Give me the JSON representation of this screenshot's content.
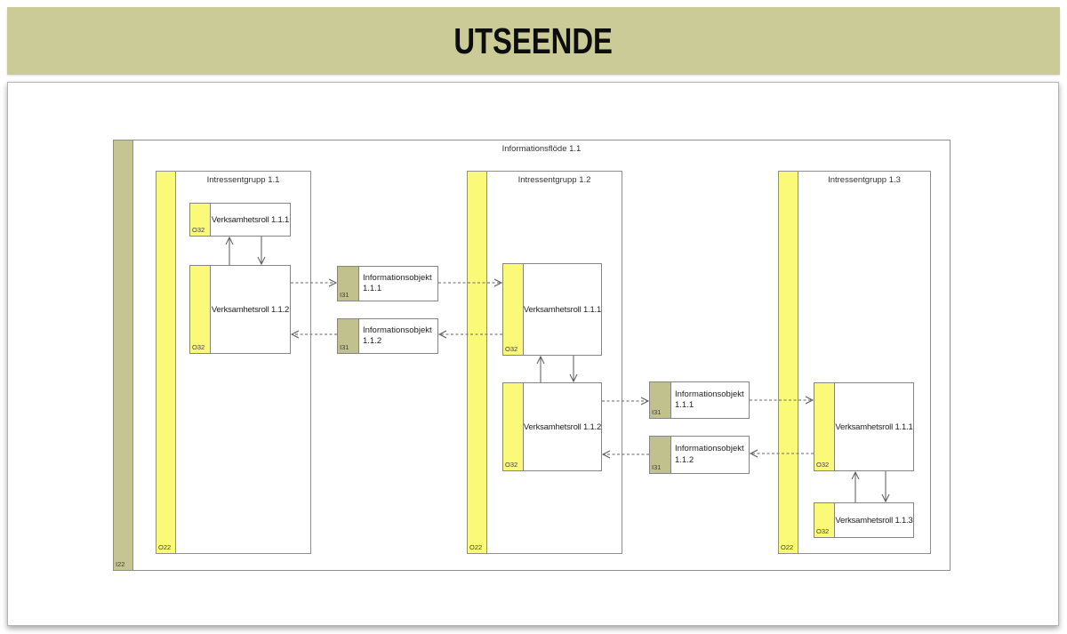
{
  "header": {
    "title": "UTSEENDE"
  },
  "colors": {
    "header_bg": "#cbcb98",
    "strip_yellow": "#fafa78",
    "strip_olive": "#c5c593",
    "tab_olive": "#c1c18d",
    "border_gray": "#8f8f8f",
    "arrow_gray": "#5a5a5a"
  },
  "diagram": {
    "flow": {
      "label": "Informationsflöde 1.1",
      "tag": "I22"
    },
    "group_tag": "O22",
    "role_tag": "O32",
    "info_tag": "I31",
    "groups": [
      {
        "label": "Intressentgrupp 1.1"
      },
      {
        "label": "Intressentgrupp 1.2"
      },
      {
        "label": "Intressentgrupp 1.3"
      }
    ],
    "roles": {
      "g1r1": "Verksamhetsroll 1.1.1",
      "g1r2": "Verksamhetsroll 1.1.2",
      "g2r1": "Verksamhetsroll 1.1.1",
      "g2r2": "Verksamhetsroll 1.1.2",
      "g3r1": "Verksamhetsroll 1.1.1",
      "g3r2": "Verksamhetsroll 1.1.3"
    },
    "info_objects": {
      "left1": "Informationsobjekt 1.1.1",
      "left2": "Informationsobjekt 1.1.2",
      "right1": "Informationsobjekt 1.1.1",
      "right2": "Informationsobjekt 1.1.2"
    }
  }
}
